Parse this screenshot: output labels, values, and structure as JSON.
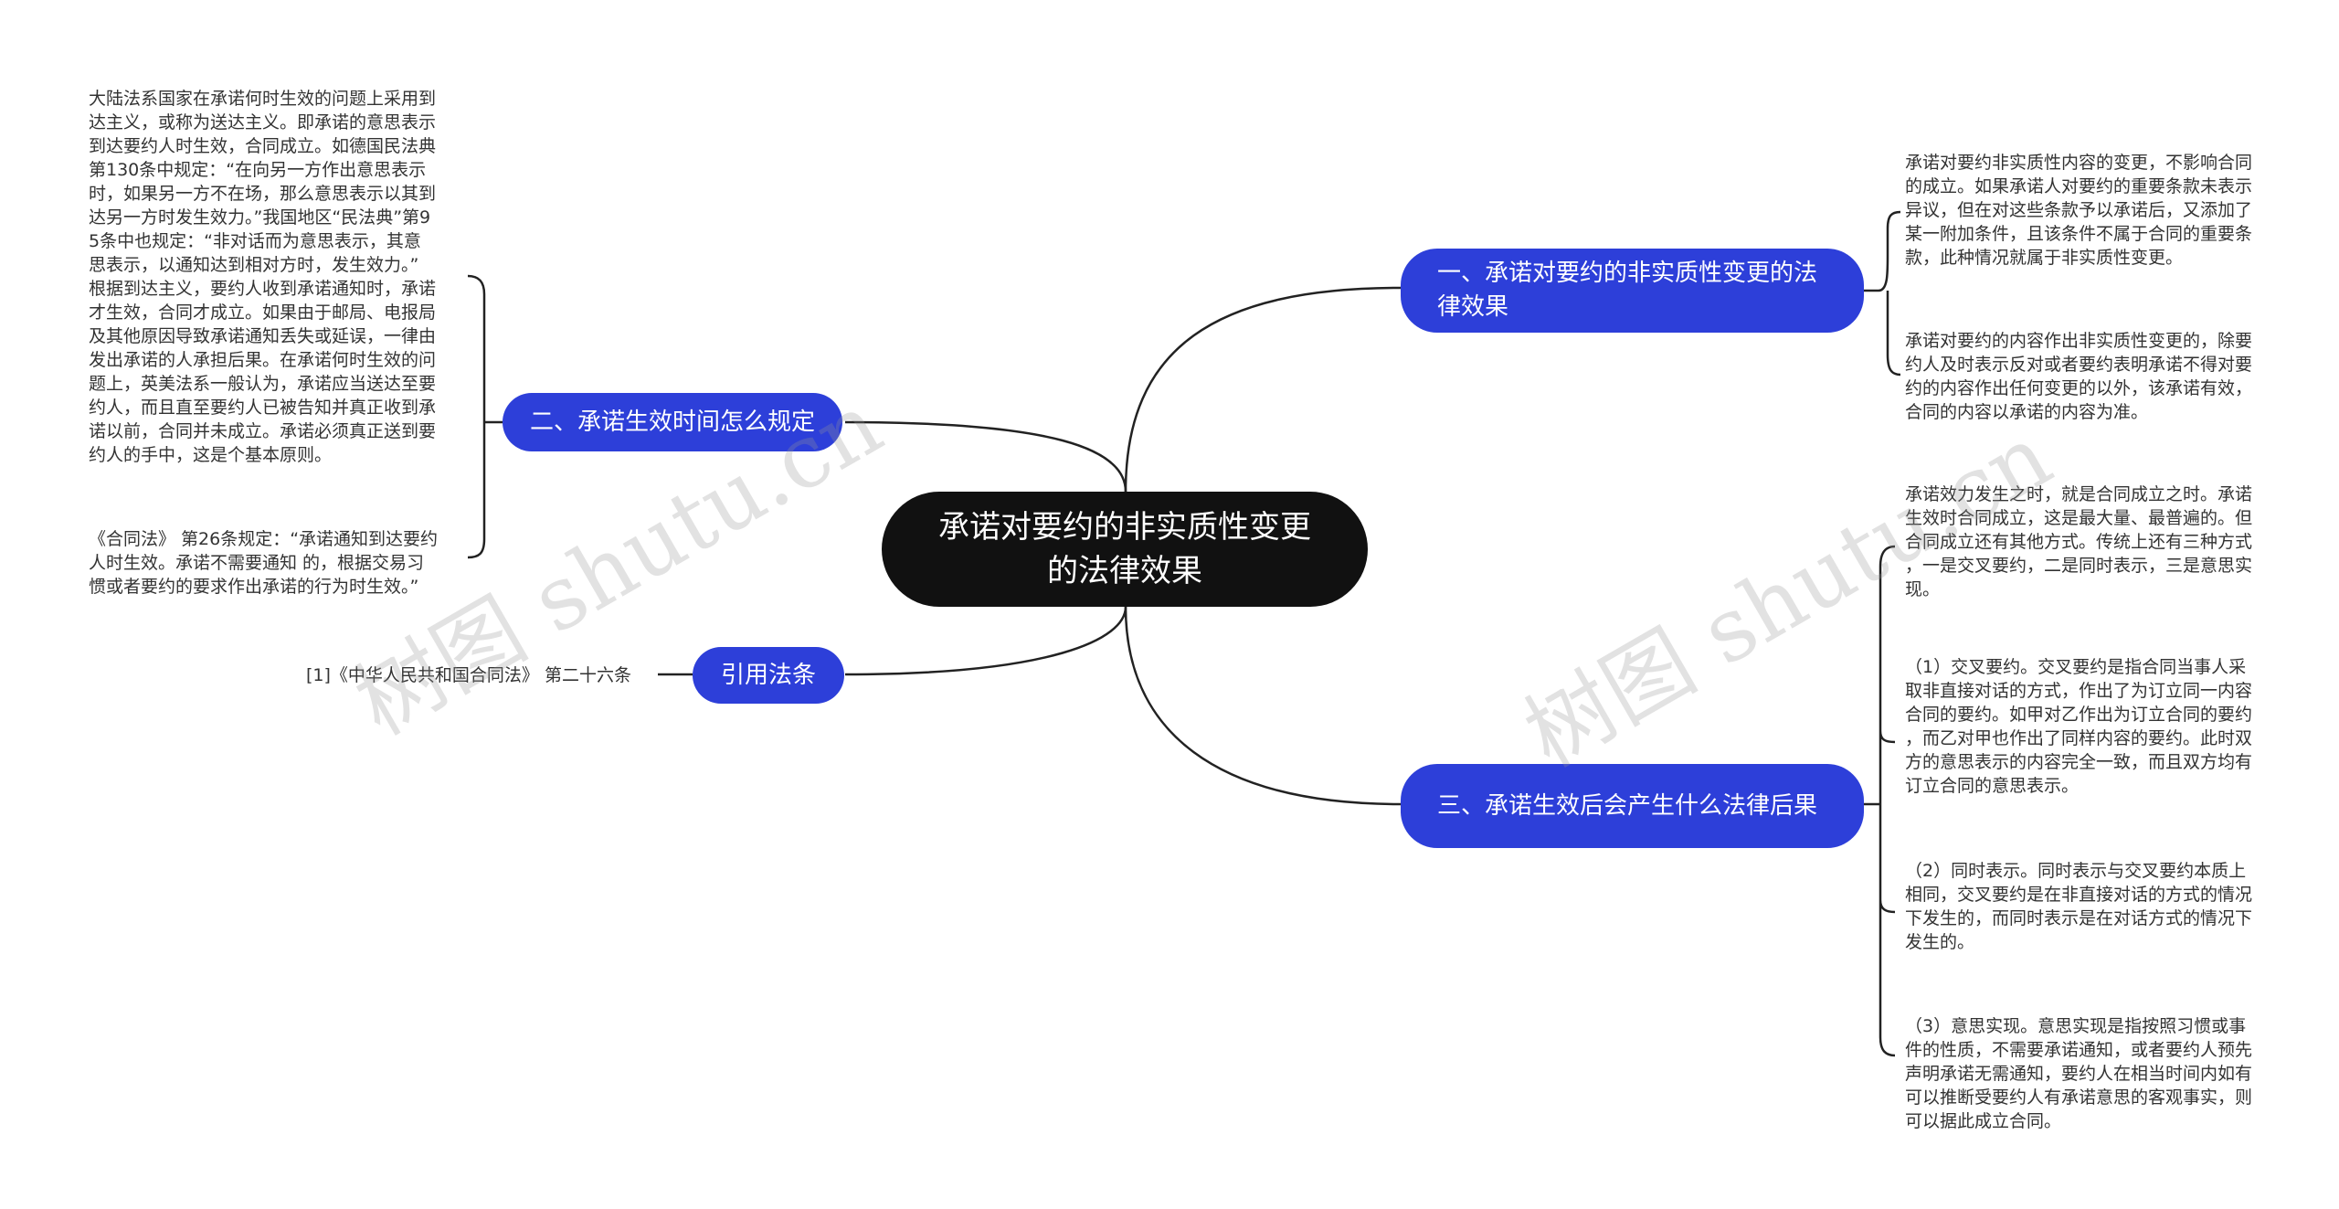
{
  "root": {
    "text": "承诺对要约的非实质性变更的法律效果"
  },
  "topics": {
    "t1": {
      "text": "一、承诺对要约的非实质性变更的法律效果"
    },
    "t2": {
      "text": "二、承诺生效时间怎么规定"
    },
    "t3": {
      "text": "三、承诺生效后会产生什么法律后果"
    },
    "t4": {
      "text": "引用法条"
    }
  },
  "leaves": {
    "l1a": "承诺对要约非实质性内容的变更，不影响合同\n的成立。如果承诺人对要约的重要条款未表示\n异议，但在对这些条款予以承诺后，又添加了\n某一附加条件，且该条件不属于合同的重要条\n款，此种情况就属于非实质性变更。",
    "l1b": "承诺对要约的内容作出非实质性变更的，除要\n约人及时表示反对或者要约表明承诺不得对要\n约的内容作出任何变更的以外，该承诺有效，\n合同的内容以承诺的内容为准。",
    "l2a": "大陆法系国家在承诺何时生效的问题上采用到\n达主义，或称为送达主义。即承诺的意思表示\n到达要约人时生效，合同成立。如德国民法典\n第130条中规定：“在向另一方作出意思表示\n时，如果另一方不在场，那么意思表示以其到\n达另一方时发生效力。”我国地区“民法典”第9\n5条中也规定：“非对话而为意思表示，其意\n思表示，以通知达到相对方时，发生效力。”\n根据到达主义，要约人收到承诺通知时，承诺\n才生效，合同才成立。如果由于邮局、电报局\n及其他原因导致承诺通知丢失或延误，一律由\n发出承诺的人承担后果。在承诺何时生效的问\n题上，英美法系一般认为，承诺应当送达至要\n约人，而且直至要约人已被告知并真正收到承\n诺以前，合同并未成立。承诺必须真正送到要\n约人的手中，这是个基本原则。",
    "l2b": "《合同法》 第26条规定：“承诺通知到达要约\n人时生效。承诺不需要通知 的，根据交易习\n惯或者要约的要求作出承诺的行为时生效。”",
    "l3a": "承诺效力发生之时，就是合同成立之时。承诺\n生效时合同成立，这是最大量、最普遍的。但\n合同成立还有其他方式。传统上还有三种方式\n，一是交叉要约，二是同时表示，三是意思实\n现。",
    "l3b": "（1）交叉要约。交叉要约是指合同当事人采\n取非直接对话的方式，作出了为订立同一内容\n合同的要约。如甲对乙作出为订立合同的要约\n，而乙对甲也作出了同样内容的要约。此时双\n方的意思表示的内容完全一致，而且双方均有\n订立合同的意思表示。",
    "l3c": "（2）同时表示。同时表示与交叉要约本质上\n相同，交叉要约是在非直接对话的方式的情况\n下发生的，而同时表示是在对话方式的情况下\n发生的。",
    "l3d": "（3）意思实现。意思实现是指按照习惯或事\n件的性质，不需要承诺通知，或者要约人预先\n声明承诺无需通知，要约人在相当时间内如有\n可以推断受要约人有承诺意思的客观事实，则\n可以据此成立合同。",
    "l4a": "[1]《中华人民共和国合同法》 第二十六条"
  },
  "watermarks": [
    "树图 shutu.cn",
    "树图 shutu.cn"
  ],
  "colors": {
    "root_bg": "#111111",
    "topic_bg": "#2d3fd9",
    "line": "#222222",
    "leaf_text": "#333333"
  }
}
